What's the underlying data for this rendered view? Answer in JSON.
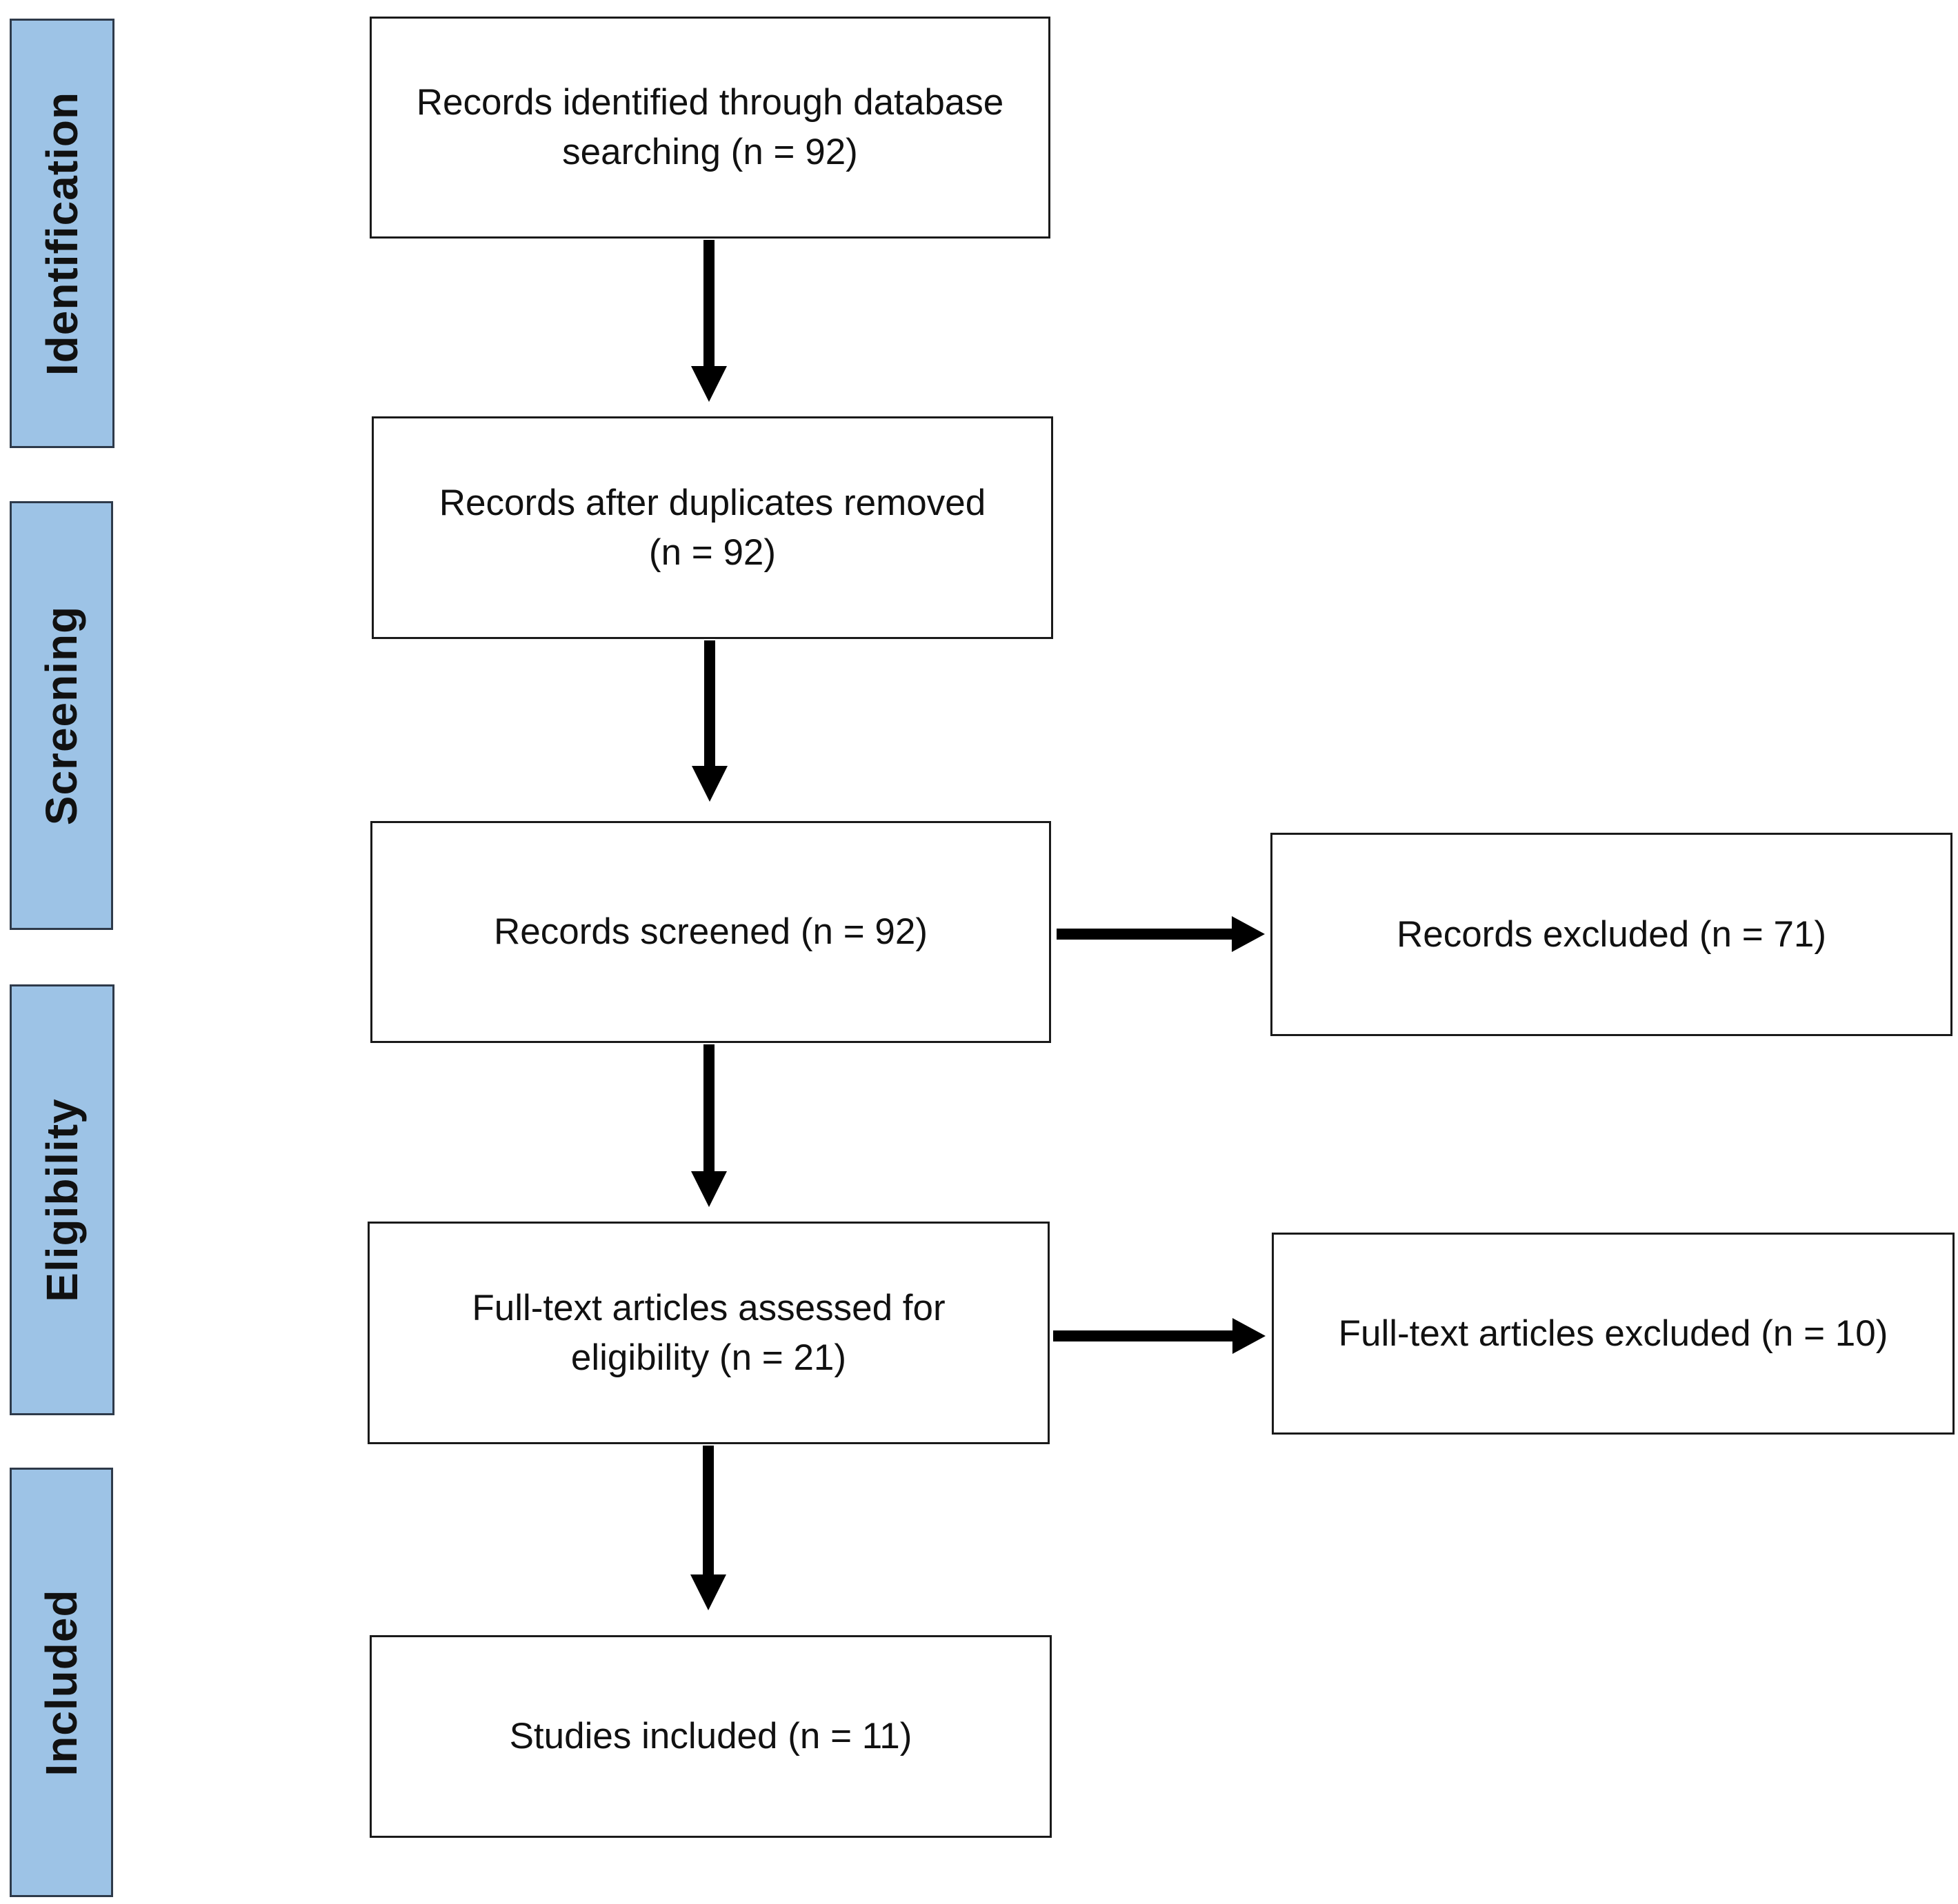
{
  "stages": {
    "identification": "Identification",
    "screening": "Screening",
    "eligibility": "Eligibility",
    "included": "Included"
  },
  "boxes": {
    "identified": {
      "line1": "Records identified through database",
      "line2": "searching (n = 92)"
    },
    "after_duplicates": {
      "line1": "Records after duplicates removed",
      "line2": "(n = 92)"
    },
    "screened": {
      "line1": "Records screened (n = 92)"
    },
    "excluded": {
      "line1": "Records excluded (n = 71)"
    },
    "fulltext_assessed": {
      "line1": "Full-text articles assessed for",
      "line2": "eligibility (n = 21)"
    },
    "fulltext_excluded": {
      "line1": "Full-text articles excluded (n = 10)"
    },
    "included": {
      "line1": "Studies included (n = 11)"
    }
  },
  "colors": {
    "stage_fill": "#9dc3e6",
    "stage_border": "#2e3a4a",
    "box_border": "#1a1a1a",
    "arrow": "#000000"
  }
}
